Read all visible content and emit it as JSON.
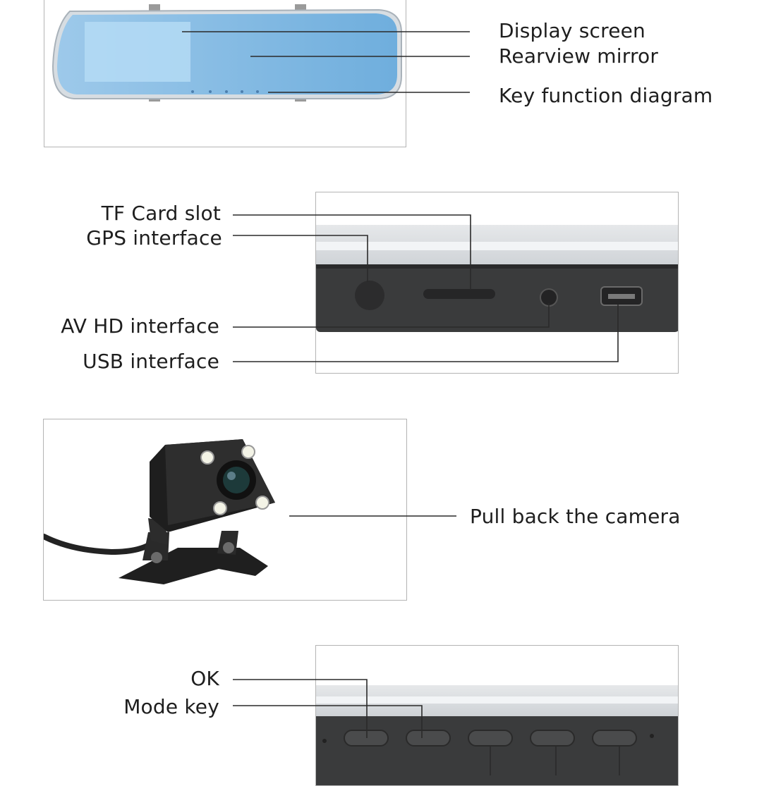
{
  "mirror_section": {
    "callouts": [
      {
        "label": "Display screen"
      },
      {
        "label": "Rearview mirror"
      },
      {
        "label": "Key function diagram"
      }
    ],
    "key_icons": [
      "menu-icon",
      "back-icon",
      "ok-dot-icon",
      "up-icon",
      "down-icon"
    ]
  },
  "ports_section": {
    "callouts": [
      {
        "label": "TF Card slot"
      },
      {
        "label": "GPS interface"
      },
      {
        "label": "AV HD interface"
      },
      {
        "label": "USB interface"
      }
    ]
  },
  "camera_section": {
    "callouts": [
      {
        "label": "Pull back the camera"
      }
    ]
  },
  "buttons_section": {
    "callouts": [
      {
        "label": "OK"
      },
      {
        "label": "Mode key"
      }
    ]
  },
  "colors": {
    "mirror_glass": "#8fc0e6",
    "device_body": "#3c3c3c",
    "leader_line": "#2a2a2a"
  }
}
